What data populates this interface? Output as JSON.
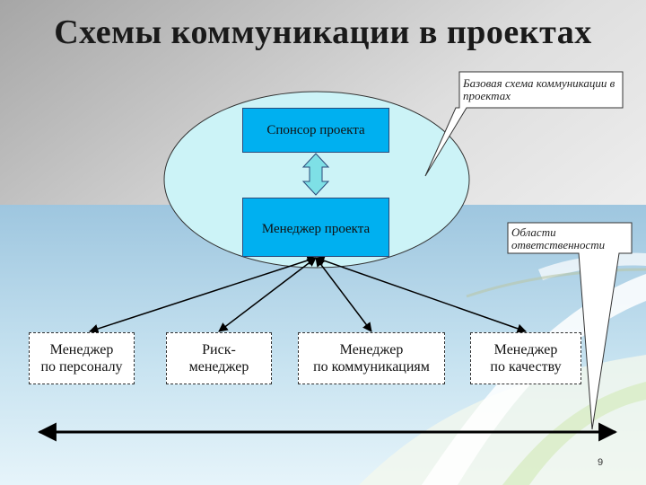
{
  "slide": {
    "title": "Схемы коммуникации в проектах",
    "page_number": "9"
  },
  "callouts": {
    "base_scheme": "Базовая схема коммуникации в проектах",
    "responsibility": "Области ответственности"
  },
  "boxes": {
    "sponsor": "Спонсор проекта",
    "manager": "Менеджер проекта"
  },
  "roles": [
    {
      "line1": "Менеджер",
      "line2": "по персоналу"
    },
    {
      "line1": "Риск-",
      "line2": "менеджер"
    },
    {
      "line1": "Менеджер",
      "line2": "по коммуникациям"
    },
    {
      "line1": "Менеджер",
      "line2": "по качеству"
    }
  ],
  "colors": {
    "box_blue": "#00b0f0",
    "ellipse": "#ccf3f7",
    "arrow_fill": "#7ee0e6"
  }
}
